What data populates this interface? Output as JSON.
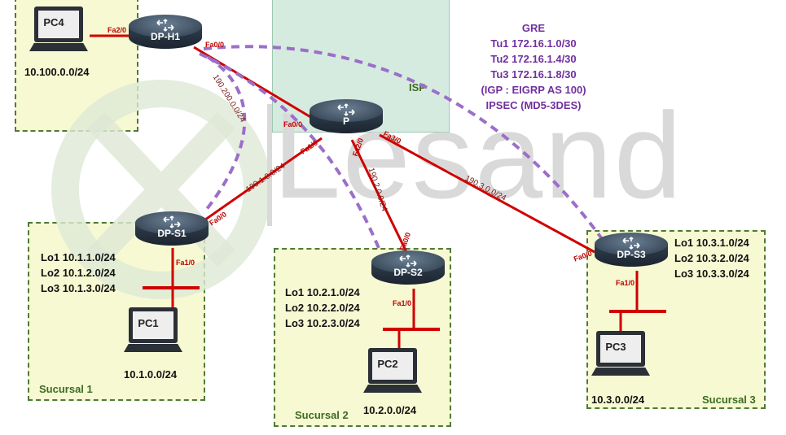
{
  "isp": {
    "label": "ISP"
  },
  "watermark": {
    "text": "Lesand"
  },
  "gre": {
    "title": "GRE",
    "lines": [
      "Tu1 172.16.1.0/30",
      "Tu2 172.16.1.4/30",
      "Tu3 172.16.1.8/30",
      "(IGP : EIGRP AS 100)",
      "IPSEC (MD5-3DES)"
    ]
  },
  "routers": {
    "h1": "DP-H1",
    "p": "P",
    "s1": "DP-S1",
    "s2": "DP-S2",
    "s3": "DP-S3"
  },
  "pcs": {
    "pc1": "PC1",
    "pc2": "PC2",
    "pc3": "PC3",
    "pc4": "PC4"
  },
  "networks": {
    "pc4": "10.100.0.0/24",
    "pc1": "10.1.0.0/24",
    "pc2": "10.2.0.0/24",
    "pc3": "10.3.0.0/24"
  },
  "loopbacks": {
    "s1": [
      "Lo1 10.1.1.0/24",
      "Lo2 10.1.2.0/24",
      "Lo3 10.1.3.0/24"
    ],
    "s2": [
      "Lo1 10.2.1.0/24",
      "Lo2 10.2.2.0/24",
      "Lo3 10.2.3.0/24"
    ],
    "s3": [
      "Lo1 10.3.1.0/24",
      "Lo2 10.3.2.0/24",
      "Lo3 10.3.3.0/24"
    ]
  },
  "branches": {
    "s1": "Sucursal 1",
    "s2": "Sucursal 2",
    "s3": "Sucursal 3"
  },
  "ports": {
    "h1_pc4": "Fa2/0",
    "h1_p": "Fa0/0",
    "p_h1": "Fa0/0",
    "p_s1": "Fa1/0",
    "p_s2": "Fa2/0",
    "p_s3": "Fa3/0",
    "s1_p": "Fa0/0",
    "s1_lan": "Fa1/0",
    "s2_p": "Fa0/0",
    "s2_lan": "Fa1/0",
    "s3_p": "Fa0/0",
    "s3_lan": "Fa1/0"
  },
  "links": {
    "h1_p": "190.200.0.0/24",
    "s1_p": "190.1.0.0/24",
    "s2_p": "190.2.0.0/24",
    "s3_p": "190.3.0.0/24"
  },
  "colors": {
    "link": "#d00000",
    "tunnel": "#9b6fc9",
    "zone_border": "#4f7a3a",
    "zone_fill": "#f6f9d2",
    "isp_fill": "#d6ebe0",
    "info_text": "#7030a0"
  }
}
